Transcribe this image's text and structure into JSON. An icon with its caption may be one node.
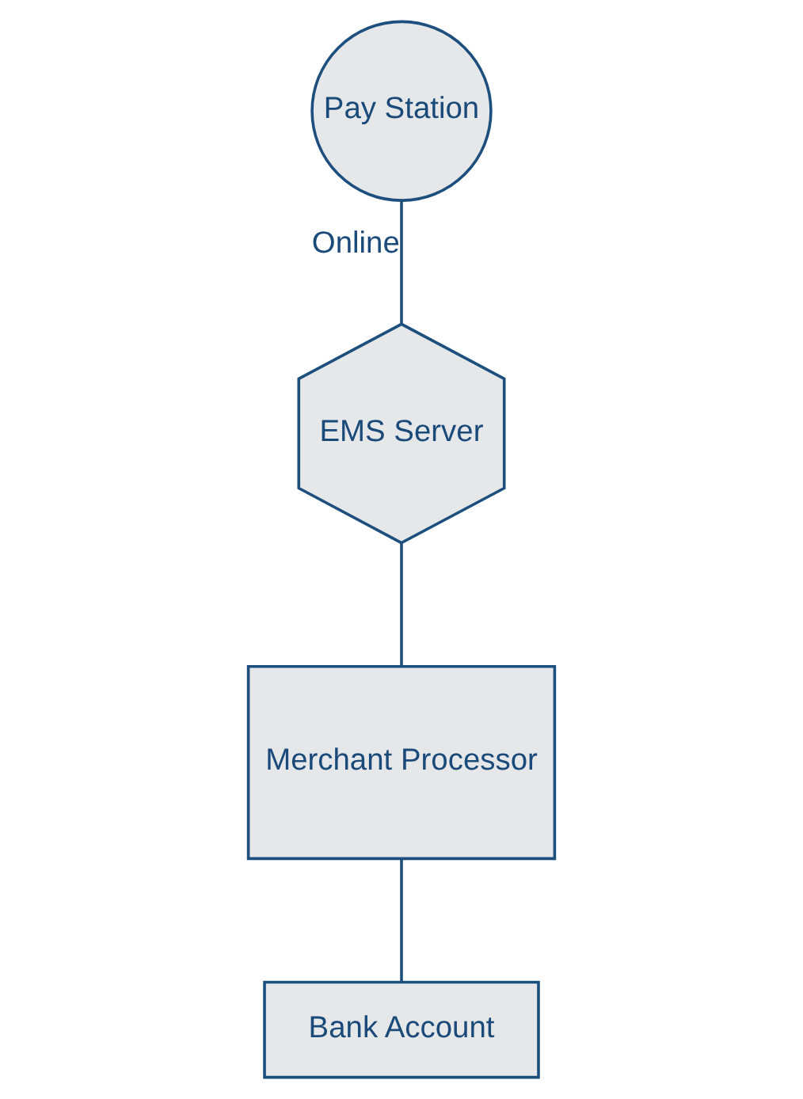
{
  "diagram": {
    "nodes": [
      {
        "text": [
          "Pay Station"
        ]
      },
      {
        "text": [
          "EMS Server"
        ]
      },
      {
        "text": [
          "Merchant Processor"
        ]
      },
      {
        "text": [
          "Bank Account"
        ]
      }
    ],
    "edges": [
      {
        "from": 0,
        "to": 1,
        "arrow": "none",
        "label": "Online"
      },
      {
        "from": 1,
        "to": 2,
        "arrow": "none"
      },
      {
        "from": 2,
        "to": 3,
        "arrow": "none"
      }
    ]
  }
}
